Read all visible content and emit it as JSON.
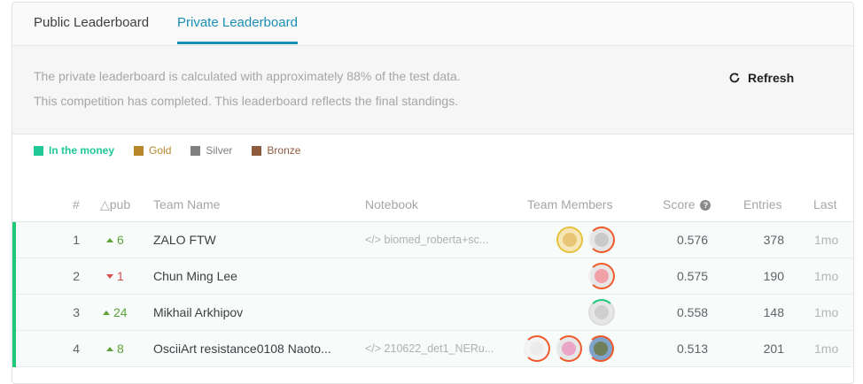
{
  "tabs": [
    {
      "label": "Public Leaderboard",
      "active": false
    },
    {
      "label": "Private Leaderboard",
      "active": true
    }
  ],
  "info": {
    "line1": "The private leaderboard is calculated with approximately 88% of the test data.",
    "line2": "This competition has completed. This leaderboard reflects the final standings.",
    "refresh_label": "Refresh",
    "refresh_icon": "refresh-icon"
  },
  "legend": [
    {
      "label": "In the money",
      "color": "#20c997"
    },
    {
      "label": "Gold",
      "color": "#b8862b"
    },
    {
      "label": "Silver",
      "color": "#808080"
    },
    {
      "label": "Bronze",
      "color": "#8e5b3e"
    }
  ],
  "columns": {
    "rank": "#",
    "delta": "△pub",
    "team": "Team Name",
    "notebook": "Notebook",
    "members": "Team Members",
    "score": "Score",
    "score_help_icon": "question-circle-icon",
    "entries": "Entries",
    "last": "Last"
  },
  "rows": [
    {
      "rank": "1",
      "delta_dir": "up",
      "delta": "6",
      "team": "ZALO FTW",
      "notebook": "</> biomed_roberta+sc...",
      "members": 2,
      "score": "0.576",
      "entries": "378",
      "last": "1mo"
    },
    {
      "rank": "2",
      "delta_dir": "down",
      "delta": "1",
      "team": "Chun Ming Lee",
      "notebook": "",
      "members": 1,
      "score": "0.575",
      "entries": "190",
      "last": "1mo"
    },
    {
      "rank": "3",
      "delta_dir": "up",
      "delta": "24",
      "team": "Mikhail Arkhipov",
      "notebook": "",
      "members": 1,
      "score": "0.558",
      "entries": "148",
      "last": "1mo"
    },
    {
      "rank": "4",
      "delta_dir": "up",
      "delta": "8",
      "team": "OsciiArt resistance0108 Naoto...",
      "notebook": "</> 210622_det1_NERu...",
      "members": 3,
      "score": "0.513",
      "entries": "201",
      "last": "1mo"
    }
  ]
}
